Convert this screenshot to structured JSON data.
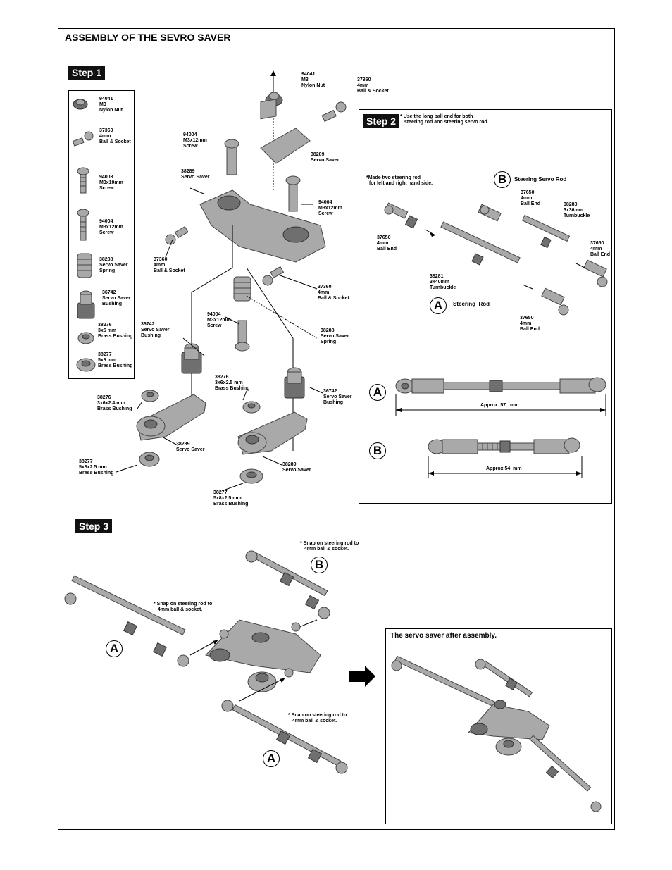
{
  "title": "ASSEMBLY OF THE SEVRO SAVER",
  "steps": {
    "step1": "Step 1",
    "step2": "Step 2",
    "step3": "Step 3"
  },
  "parts_list": [
    {
      "no": "94041",
      "desc": "M3\nNylon Nut"
    },
    {
      "no": "37360",
      "desc": "4mm\nBall & Socket"
    },
    {
      "no": "94003",
      "desc": "M3x10mm\nScrew"
    },
    {
      "no": "94004",
      "desc": "M3x12mm\nScrew"
    },
    {
      "no": "38288",
      "desc": "Servo Saver\nSpring"
    },
    {
      "no": "36742",
      "desc": "Servo Saver\nBushing"
    },
    {
      "no": "38276",
      "desc": "3x6 mm\nBrass Bushing"
    },
    {
      "no": "38277",
      "desc": "5x8 mm\nBrass Bushing"
    }
  ],
  "step1_callouts": {
    "nylon_nut": "94041\nM3\nNylon Nut",
    "ball_socket_top": "37360\n4mm\nBall & Socket",
    "screw_a": "94004\nM3x12mm\nScrew",
    "servo_saver_top": "38289\nServo Saver",
    "servo_saver_left": "38289\nServo Saver",
    "screw_b": "94004\nM3x12mm\nScrew",
    "ball_socket_left": "37360\n4mm\nBall & Socket",
    "ball_socket_right": "37360\n4mm\nBall & Socket",
    "screw_c": "94004\nM3x12mm\nScrew",
    "spring": "38288\nServo Saver\nSpring",
    "bushing_left": "36742\nServo Saver\nBushing",
    "brass_mid": "38276\n3x6x2.5 mm\nBrass Bushing",
    "bushing_right": "36742\nServo Saver\nBushing",
    "brass_left": "38276\n3x6x2.4 mm\nBrass Bushing",
    "servo_saver_bl": "38289\nServo Saver",
    "brass_bl": "38277\n5x8x2.5 mm\nBrass Bushing",
    "servo_saver_br": "38289\nServo Saver",
    "brass_br": "38277\n5x8x2.5 mm\nBrass Bushing"
  },
  "step2": {
    "note": "* Use the long ball end for both\n   steering rod and steering servo rod.",
    "note2": "*Made two steering rod\n  for left and right hand side.",
    "servo_rod_title": "Steering Servo Rod",
    "steering_rod_title": "Steering  Rod",
    "ball_end_tl": "37650\n4mm\nBall End",
    "ball_end_b_left": "37650\n4mm\nBall End",
    "turnbuckle_36": "38280\n3x36mm\nTurnbuckle",
    "ball_end_b_right": "37650\n4mm\nBall End",
    "turnbuckle_40": "38281\n3x40mm\nTurnbuckle",
    "ball_end_a_bottom": "37650\n4mm\nBall End",
    "measure_a": "Approx  57   mm",
    "measure_b": "Approx 54  mm",
    "letter_a": "A",
    "letter_b": "B"
  },
  "step3": {
    "snap_top": "* Snap on steering rod to\n   4mm ball & socket.",
    "snap_left": "* Snap on steering rod to\n   4mm ball & socket.",
    "snap_bottom": "* Snap on steering rod to\n   4mm ball & socket.",
    "after_title": "The servo saver after assembly.",
    "letter_a": "A",
    "letter_b": "B"
  }
}
